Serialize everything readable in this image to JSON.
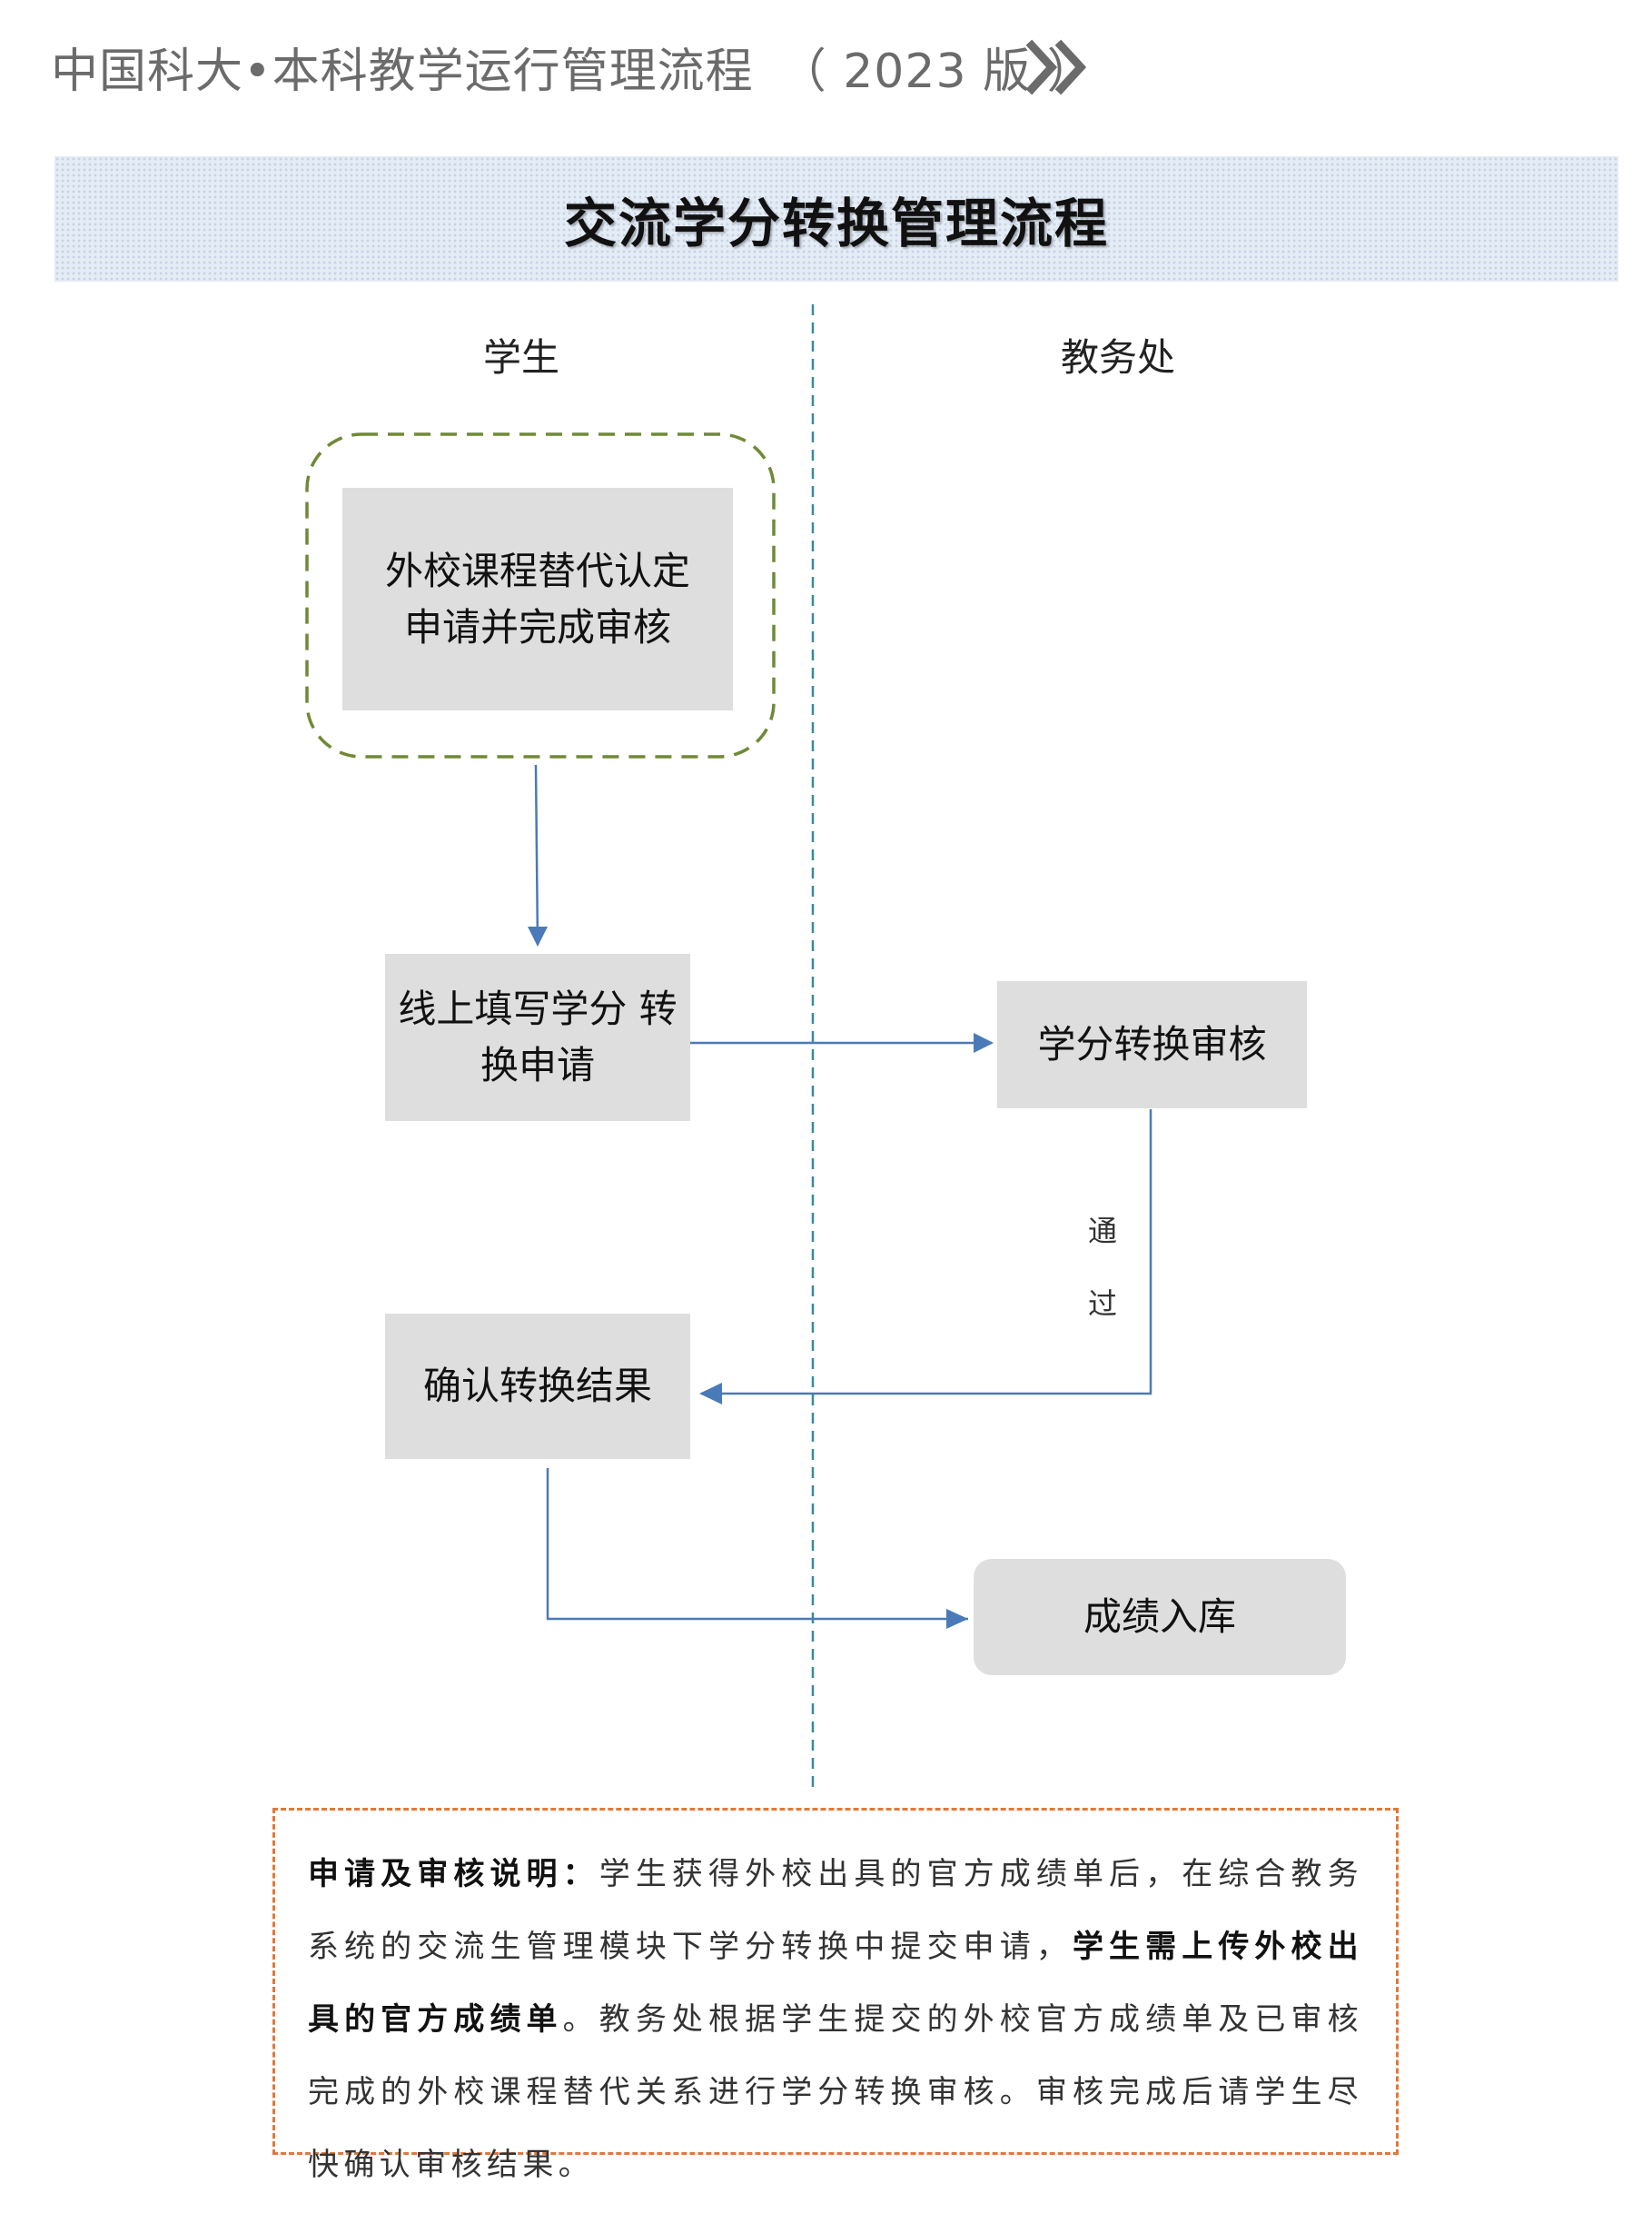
{
  "header": {
    "title": "中国科大•本科教学运行管理流程",
    "edition": "（ 2023 版 ）"
  },
  "banner": {
    "title": "交流学分转换管理流程"
  },
  "lanes": {
    "left": "学生",
    "right": "教务处"
  },
  "nodes": {
    "recognition": {
      "line1": "外校课程替代认定",
      "line2": "申请并完成审核"
    },
    "apply": {
      "line1": "线上填写学分 转",
      "line2": "换申请"
    },
    "review": {
      "label": "学分转换审核"
    },
    "confirm": {
      "label": "确认转换结果"
    },
    "record": {
      "label": "成绩入库"
    }
  },
  "edges": {
    "pass_label_1": "通",
    "pass_label_2": "过"
  },
  "note": {
    "heading": "申请及审核说明：",
    "part1": "学生获得外校出具的官方成绩单后，在综合教务系统的交流生管理模块下学分转换中提交申请，",
    "bold": "学生需上传外校出具的官方成绩单",
    "part2": "。教务处根据学生提交的外校官方成绩单及已审核完成的外校课程替代关系进行学分转换审核。审核完成后请学生尽快确认审核结果。"
  },
  "colors": {
    "arrow": "#4a7ab8",
    "lane_divider": "#3a8a9a",
    "dashed_group": "#6e8a35",
    "note_border": "#e0793a",
    "box_fill": "#dedede"
  }
}
